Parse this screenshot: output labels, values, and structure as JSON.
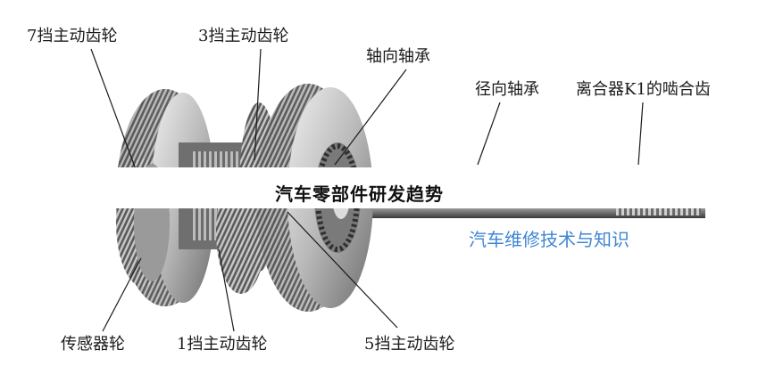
{
  "labels": {
    "gear7": "7挡主动齿轮",
    "gear3": "3挡主动齿轮",
    "axial_bearing": "轴向轴承",
    "radial_bearing": "径向轴承",
    "clutch_k1": "离合器K1的啮合齿",
    "sensor_wheel": "传感器轮",
    "gear1": "1挡主动齿轮",
    "gear5": "5挡主动齿轮"
  },
  "watermark": {
    "title": "汽车零部件研发趋势",
    "subtitle": "汽车维修技术与知识"
  },
  "colors": {
    "gear_dark": "#4a4a4a",
    "gear_mid": "#9a9a9a",
    "gear_light": "#d8d8d8",
    "watermark_blue": "#3f86d3"
  }
}
